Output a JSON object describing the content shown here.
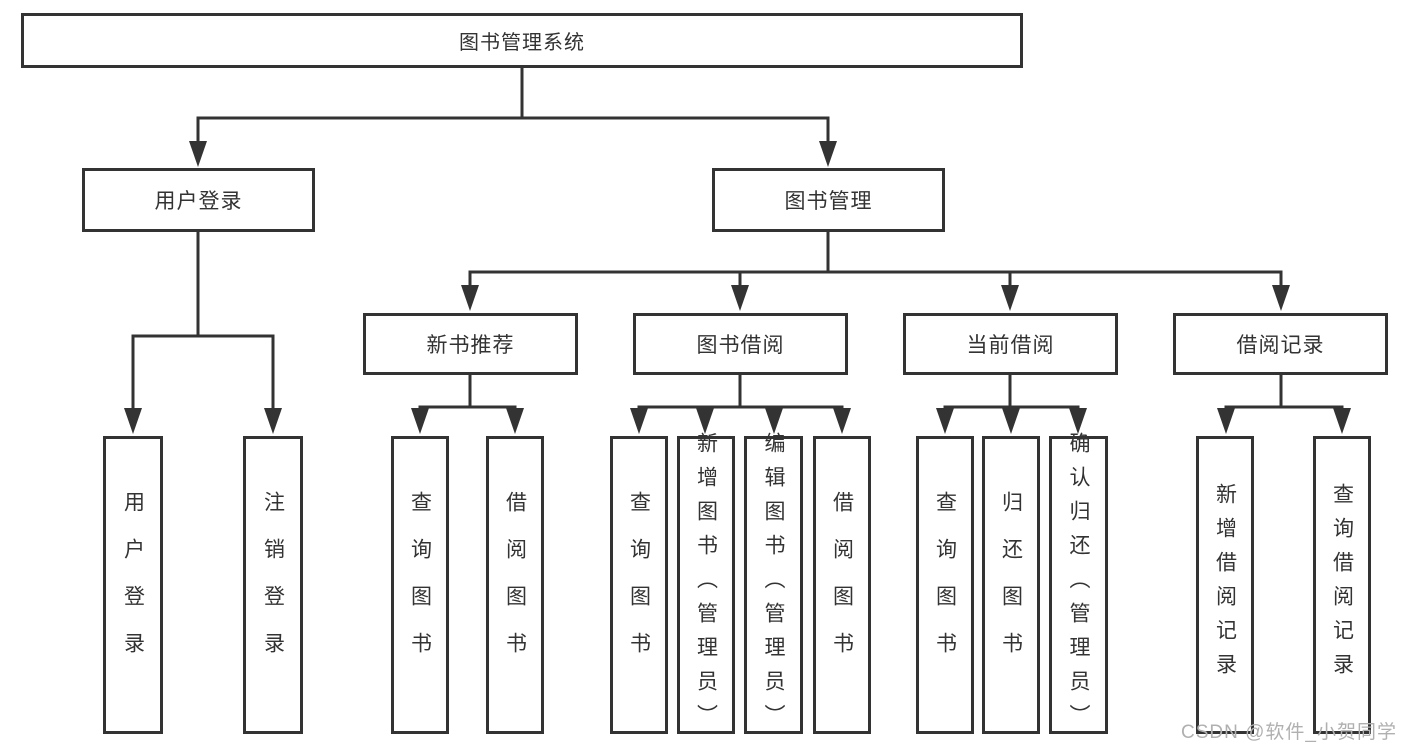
{
  "tree": {
    "root": {
      "label": "图书管理系统"
    },
    "branches": [
      {
        "label": "用户登录",
        "children": [
          {
            "label": "用户登录"
          },
          {
            "label": "注销登录"
          }
        ]
      },
      {
        "label": "图书管理",
        "children": [
          {
            "label": "新书推荐",
            "children": [
              {
                "label": "查询图书"
              },
              {
                "label": "借阅图书"
              }
            ]
          },
          {
            "label": "图书借阅",
            "children": [
              {
                "label": "查询图书"
              },
              {
                "label": "新增图书（管理员）"
              },
              {
                "label": "编辑图书（管理员）"
              },
              {
                "label": "借阅图书"
              }
            ]
          },
          {
            "label": "当前借阅",
            "children": [
              {
                "label": "查询图书"
              },
              {
                "label": "归还图书"
              },
              {
                "label": "确认归还（管理员）"
              }
            ]
          },
          {
            "label": "借阅记录",
            "children": [
              {
                "label": "新增借阅记录"
              },
              {
                "label": "查询借阅记录"
              }
            ]
          }
        ]
      }
    ]
  },
  "watermark": {
    "text": "CSDN @软件_小贺同学"
  },
  "colors": {
    "line": "#333333",
    "box_background": "#ffffff",
    "watermark": "#b0b0b0"
  }
}
